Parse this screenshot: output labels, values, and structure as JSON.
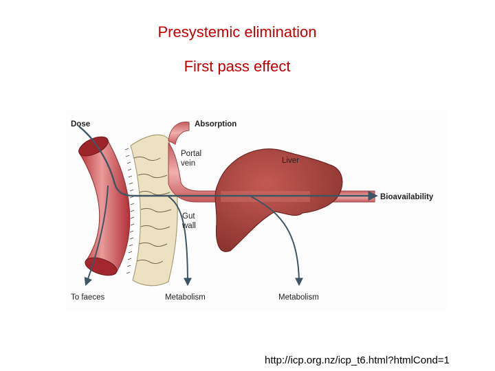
{
  "slide": {
    "title_line1": "Presystemic elimination",
    "title_line2": "First pass effect",
    "source_url": "http://icp.org.nz/icp_t6.html?htmlCond=1"
  },
  "diagram": {
    "labels": {
      "dose": "Dose",
      "absorption": "Absorption",
      "portal_vein_1": "Portal",
      "portal_vein_2": "vein",
      "liver": "Liver",
      "bioavailability": "Bioavailability",
      "gut_wall_1": "Gut",
      "gut_wall_2": "wall",
      "to_faeces": "To faeces",
      "metabolism_gut": "Metabolism",
      "metabolism_liver": "Metabolism"
    },
    "colors": {
      "title": "#c00000",
      "gut_tube": "#c24a4e",
      "liver": "#a9463f",
      "villi": "#ece2c2",
      "arrow": "#3e5563"
    }
  }
}
